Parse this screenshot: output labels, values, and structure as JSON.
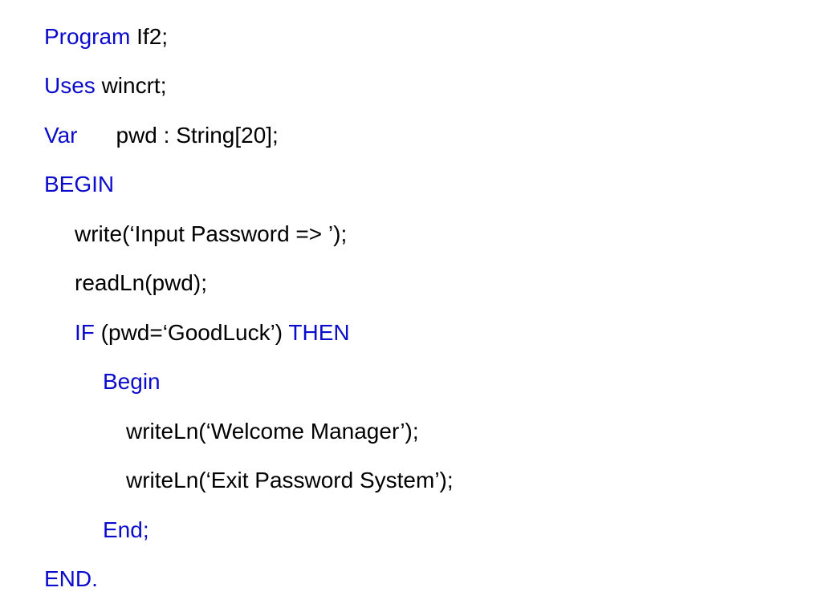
{
  "colors": {
    "keyword": "#0b0bcc",
    "text": "#000000",
    "background": "#ffffff"
  },
  "code": {
    "line1": {
      "kw": "Program",
      "rest": " If2;"
    },
    "line2": {
      "kw": "Uses",
      "rest": " wincrt;"
    },
    "line3": {
      "kw": "Var",
      "rest": "pwd : String[20];"
    },
    "line4": {
      "kw": "BEGIN"
    },
    "line5": {
      "text": "write(‘Input Password => ’);"
    },
    "line6": {
      "text": "readLn(pwd);"
    },
    "line7": {
      "kw_if": "IF",
      "cond": " (pwd=‘GoodLuck’) ",
      "kw_then": "THEN"
    },
    "line8": {
      "kw": "Begin"
    },
    "line9": {
      "text": "writeLn(‘Welcome Manager’);"
    },
    "line10": {
      "text": "writeLn(‘Exit Password System’);"
    },
    "line11": {
      "kw": "End;"
    },
    "line12": {
      "kw": "END."
    }
  }
}
